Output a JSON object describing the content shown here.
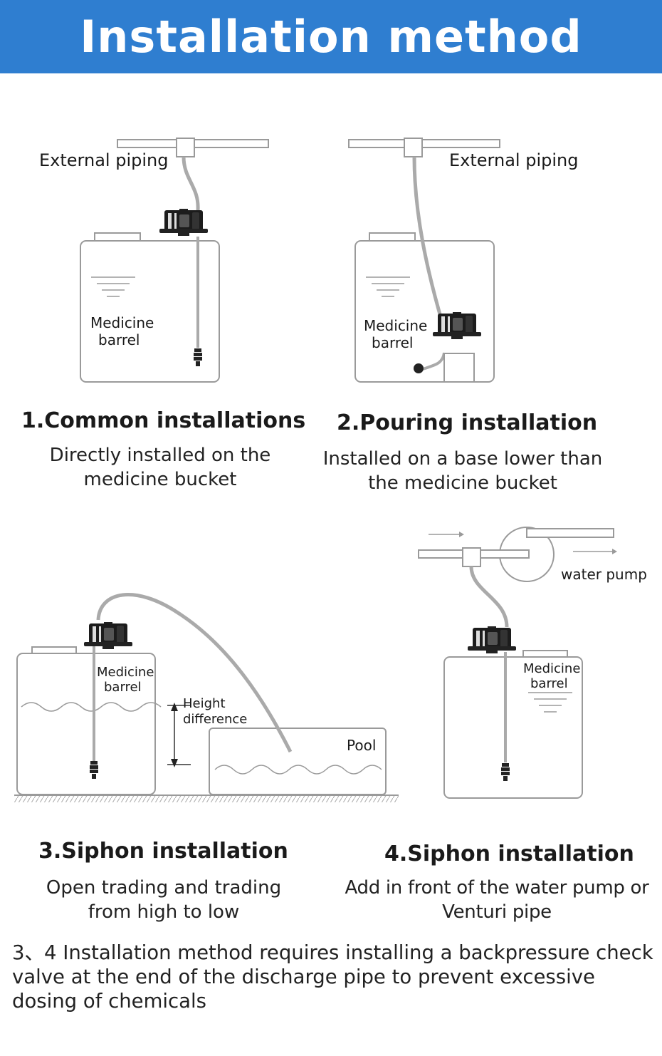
{
  "title": "Installation method",
  "panels": [
    {
      "heading": "1.Common installations",
      "desc_line1": "Directly installed on the",
      "desc_line2": "medicine bucket",
      "labels": {
        "piping": "External piping",
        "barrel_line1": "Medicine",
        "barrel_line2": "barrel"
      }
    },
    {
      "heading": "2.Pouring installation",
      "desc_line1": "Installed on a base lower than",
      "desc_line2": "the medicine bucket",
      "labels": {
        "piping": "External piping",
        "barrel_line1": "Medicine",
        "barrel_line2": "barrel"
      }
    },
    {
      "heading": "3.Siphon installation",
      "desc_line1": "Open trading and trading",
      "desc_line2": "from high to low",
      "labels": {
        "barrel_line1": "Medicine",
        "barrel_line2": "barrel",
        "height_line1": "Height",
        "height_line2": "difference",
        "pool": "Pool"
      }
    },
    {
      "heading": "4.Siphon installation",
      "desc_line1": "Add in front of the water pump or",
      "desc_line2": "Venturi pipe",
      "labels": {
        "pump": "water pump",
        "barrel_line1": "Medicine",
        "barrel_line2": "barrel"
      }
    }
  ],
  "note": "3、4 Installation method requires installing a backpressure check valve at the end of the discharge pipe to prevent excessive dosing of chemicals",
  "colors": {
    "banner": "#2f7ed0",
    "outline": "#9a9a9a"
  }
}
